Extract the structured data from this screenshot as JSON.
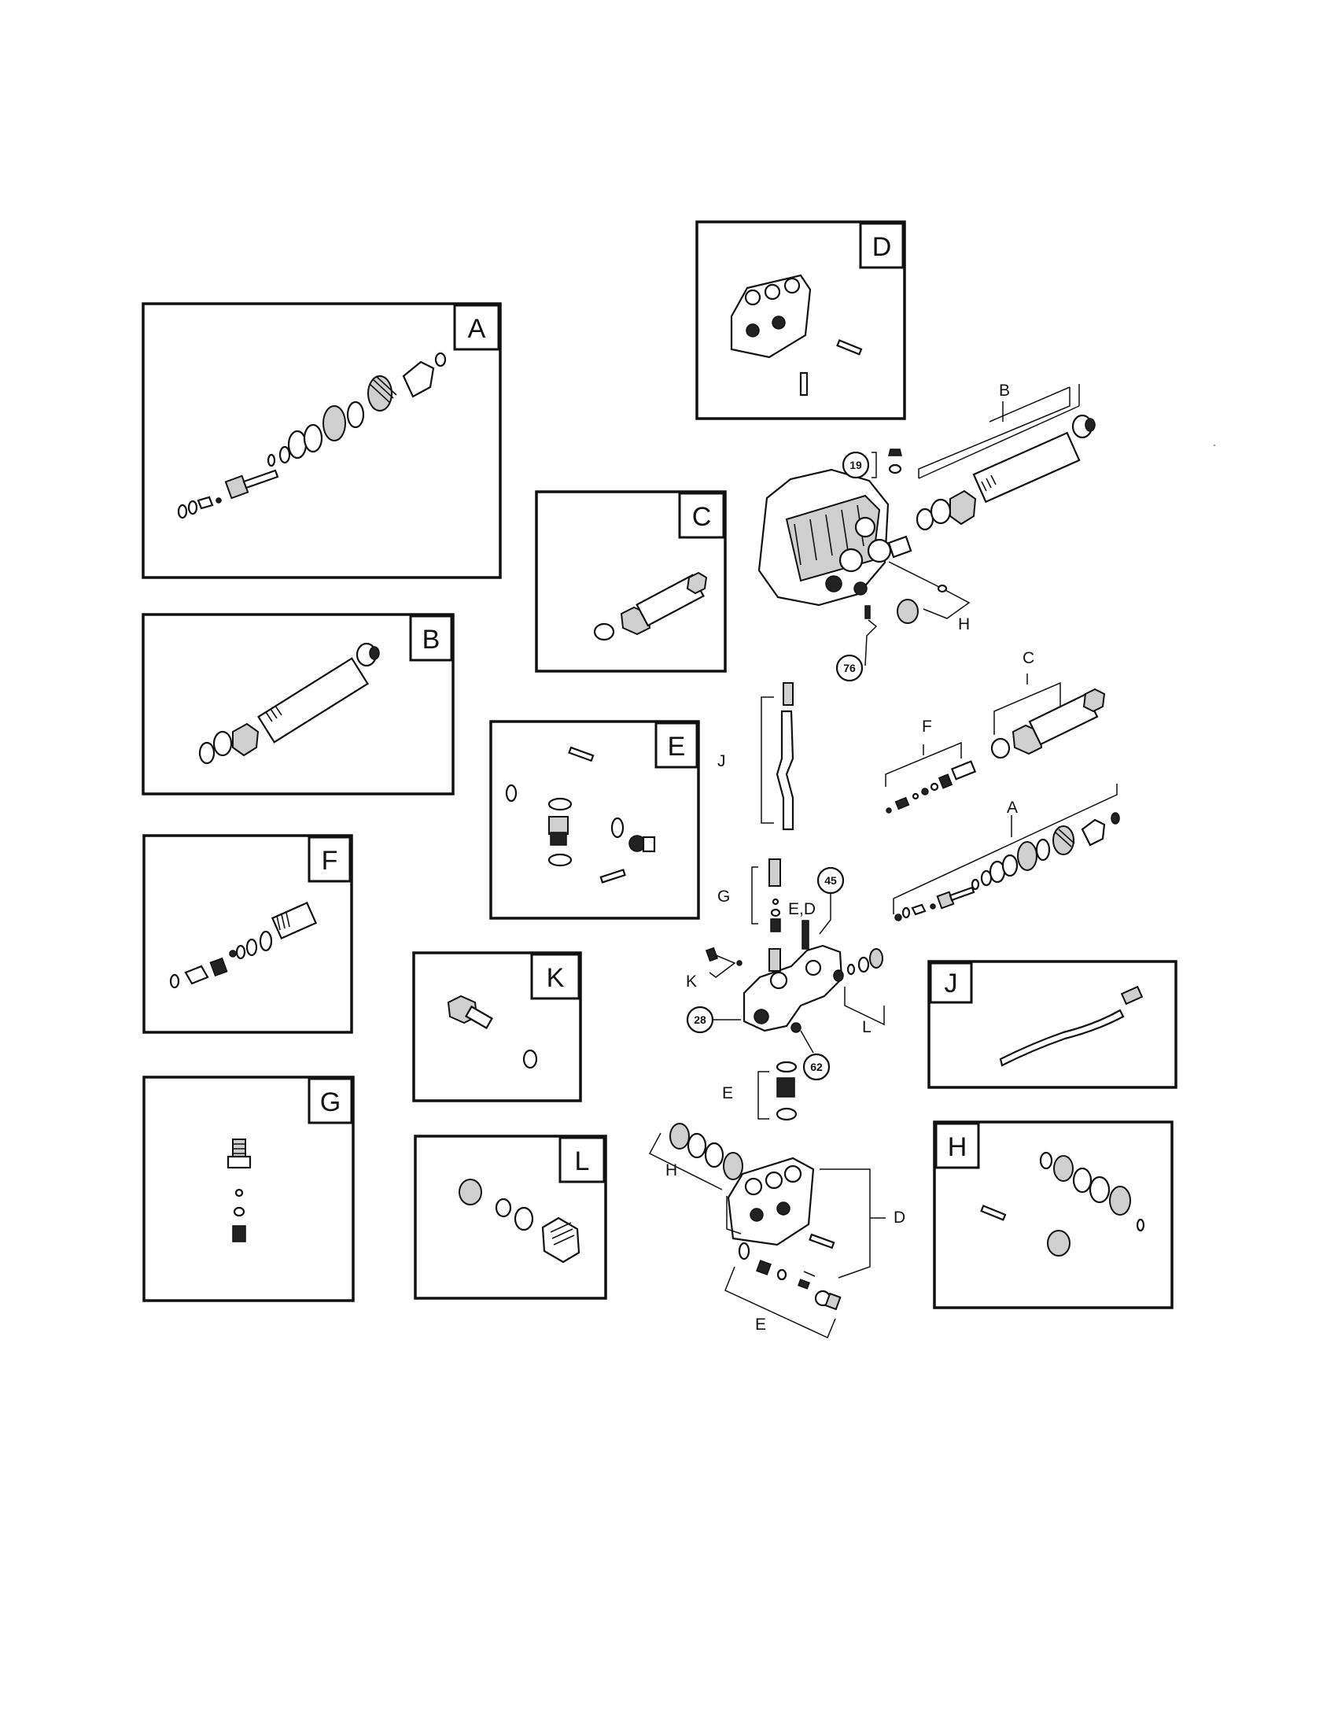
{
  "detail_boxes": {
    "A": "A",
    "B": "B",
    "C": "C",
    "D": "D",
    "E": "E",
    "F": "F",
    "G": "G",
    "H": "H",
    "J": "J",
    "K": "K",
    "L": "L"
  },
  "callouts": {
    "A": "A",
    "B": "B",
    "C": "C",
    "D": "D",
    "E_top": "E",
    "E_bottom": "E",
    "F": "F",
    "G": "G",
    "H_top": "H",
    "H_bottom": "H",
    "J": "J",
    "K": "K",
    "L": "L",
    "ED": "E,D"
  },
  "part_numbers": {
    "p19": "19",
    "p76": "76",
    "p45": "45",
    "p28": "28",
    "p62": "62"
  }
}
